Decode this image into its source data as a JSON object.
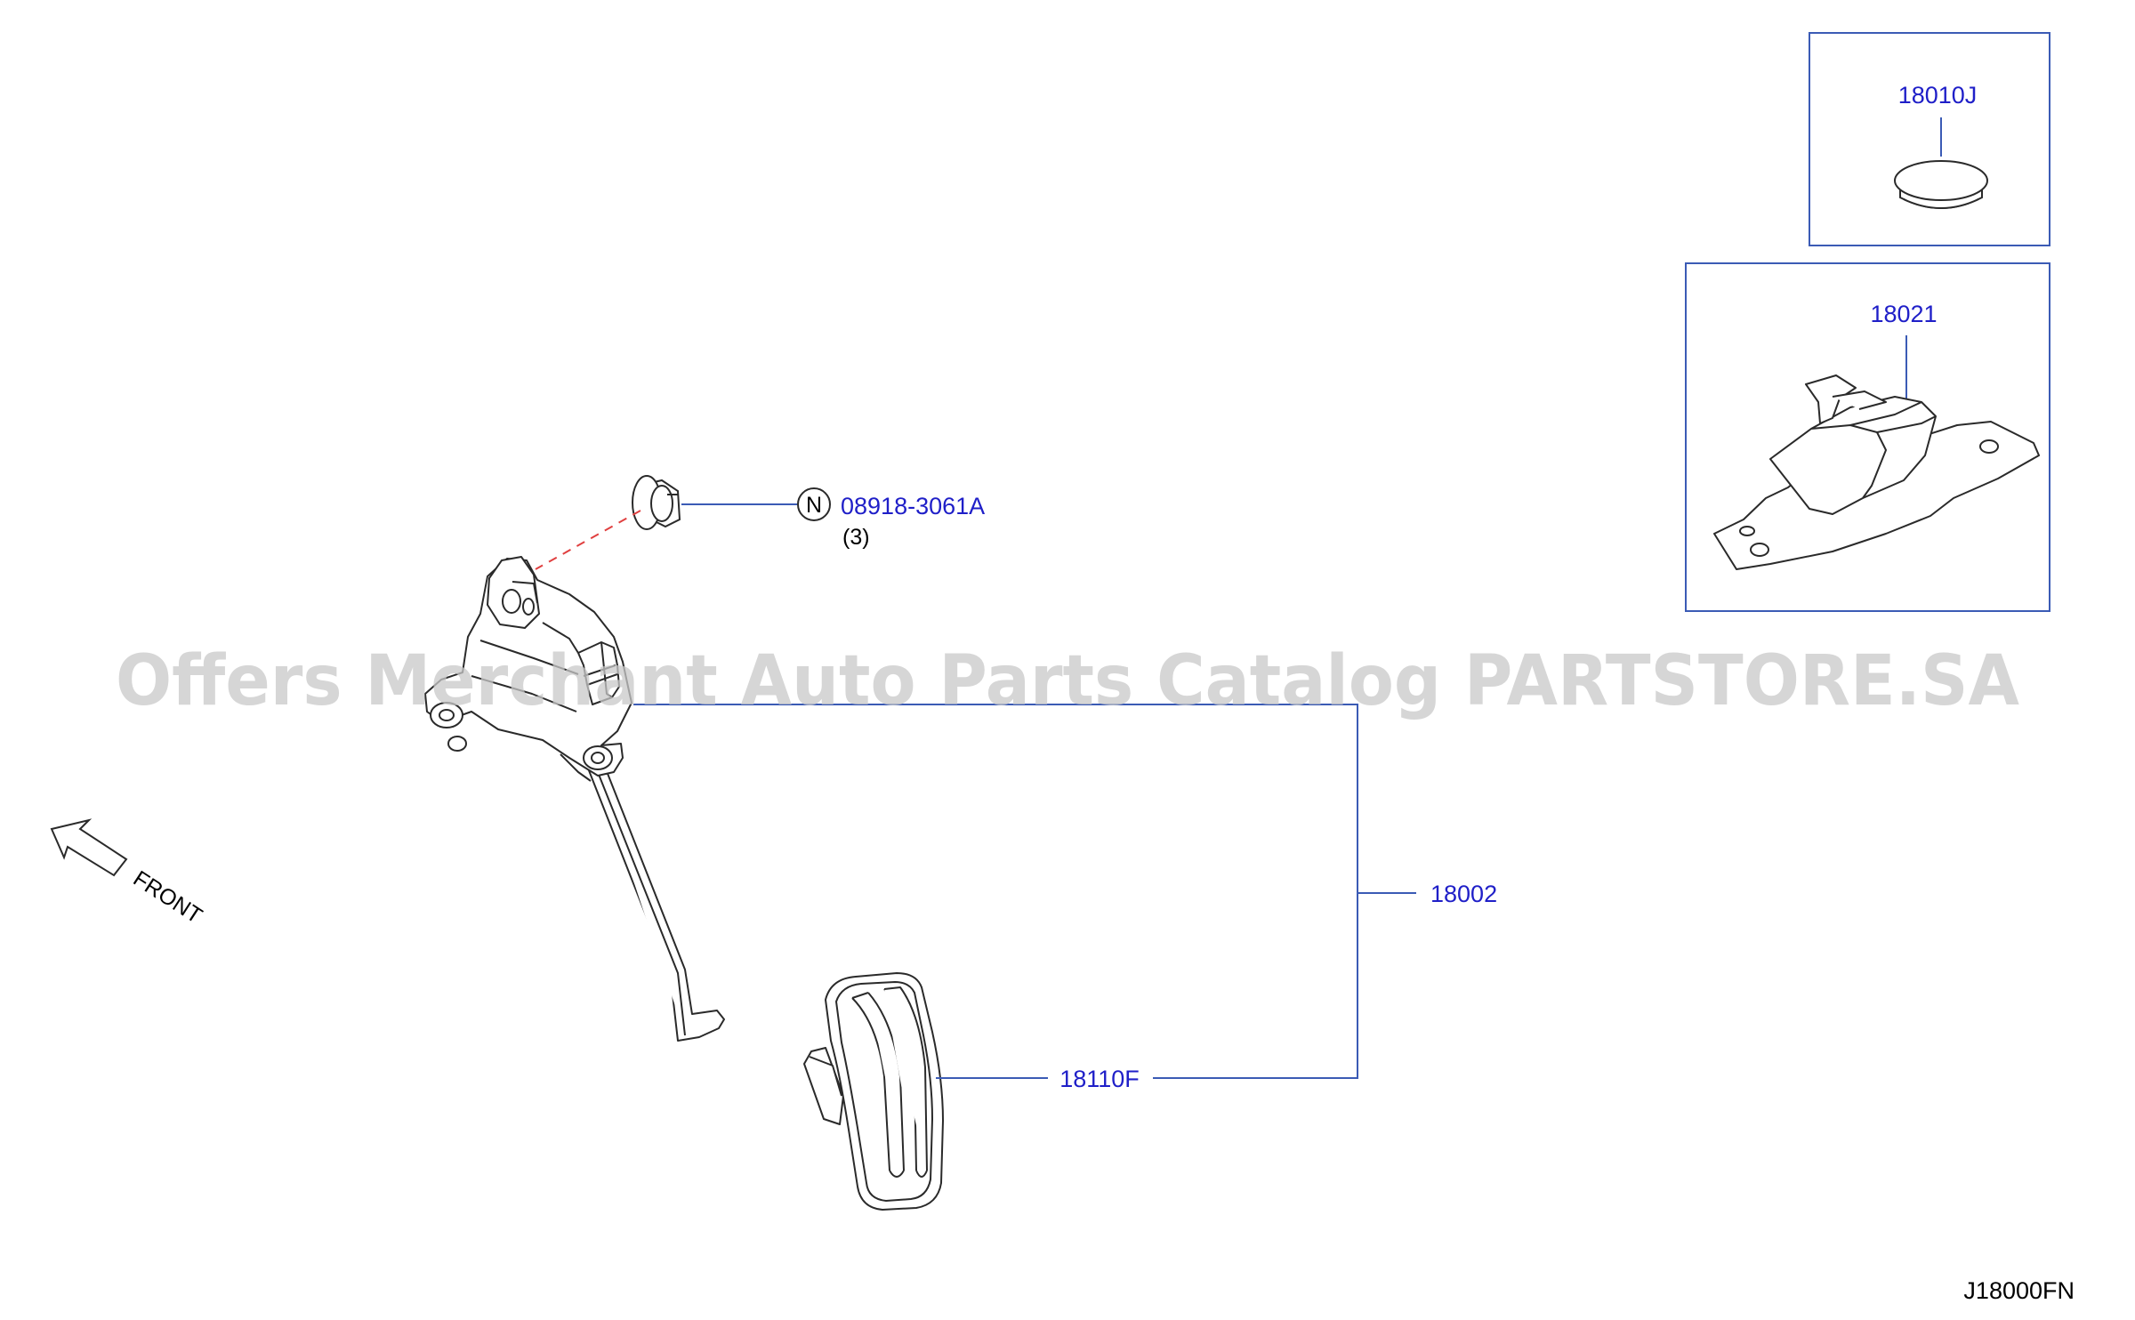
{
  "colors": {
    "label": "#1f1fc8",
    "leader": "#3b5bb5",
    "line_art": "#2a2a2a",
    "dashed_leader": "#e04040",
    "box_border": "#3b5bb5",
    "watermark": "#c8c8c8",
    "text": "#000000"
  },
  "parts": {
    "p18010J": "18010J",
    "p18021": "18021",
    "p08918": "08918-3061A",
    "p08918_qty": "(3)",
    "p08918_symbol": "N",
    "p18002": "18002",
    "p18110F": "18110F"
  },
  "front_label": "FRONT",
  "diagram_code": "J18000FN",
  "watermark": "Offers Merchant Auto Parts Catalog PARTSTORE.SA"
}
